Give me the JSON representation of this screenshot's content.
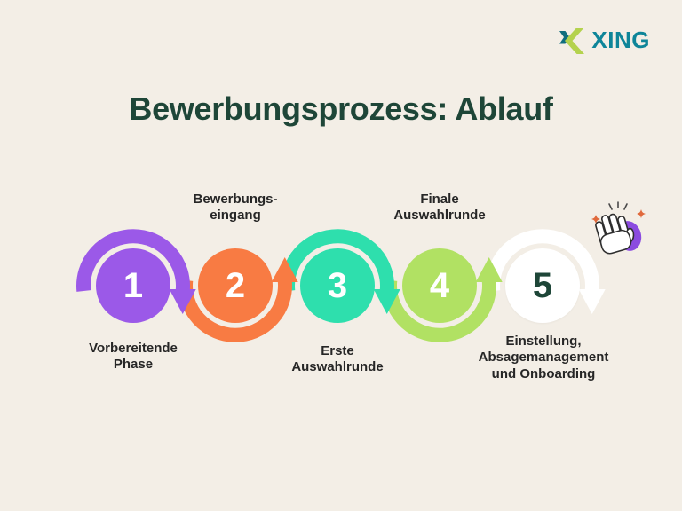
{
  "background_color": "#F3EEE6",
  "logo": {
    "text": "XING",
    "text_color": "#0E8599",
    "mark_petrol_color": "#0F6E7E",
    "mark_lime_color": "#B4D24E"
  },
  "title": {
    "text": "Bewerbungsprozess: Ablauf",
    "color": "#1E4638"
  },
  "label_text_color": "#262626",
  "steps": [
    {
      "number": "1",
      "label": "Vorbereitende Phase",
      "label_lines": [
        "Vorbereitende",
        "Phase"
      ],
      "label_position": "below",
      "arc_position": "above",
      "color": "#9B59E8",
      "number_color": "#FFFFFF"
    },
    {
      "number": "2",
      "label": "Bewerbungseingang",
      "label_lines": [
        "Bewerbungs-",
        "eingang"
      ],
      "label_position": "above",
      "arc_position": "below",
      "color": "#F87B43",
      "number_color": "#FFFFFF"
    },
    {
      "number": "3",
      "label": "Erste Auswahlrunde",
      "label_lines": [
        "Erste",
        "Auswahlrunde"
      ],
      "label_position": "below",
      "arc_position": "above",
      "color": "#2EDFAD",
      "number_color": "#FFFFFF"
    },
    {
      "number": "4",
      "label": "Finale Auswahlrunde",
      "label_lines": [
        "Finale",
        "Auswahlrunde"
      ],
      "label_position": "above",
      "arc_position": "below",
      "color": "#B1E163",
      "number_color": "#FFFFFF"
    },
    {
      "number": "5",
      "label": "Einstellung, Absagemanagement und Onboarding",
      "label_lines": [
        "Einstellung,",
        "Absagemanagement",
        "und Onboarding"
      ],
      "label_position": "below",
      "arc_position": "above",
      "color": "#FFFFFF",
      "number_color": "#1E4638"
    }
  ],
  "decorations": {
    "high_five_hand_icon": {
      "hand_fill": "#FFFFFF",
      "hand_outline": "#2E2E2E",
      "blob_color": "#8B4BE0",
      "sparkle_color": "#E0693C"
    }
  }
}
